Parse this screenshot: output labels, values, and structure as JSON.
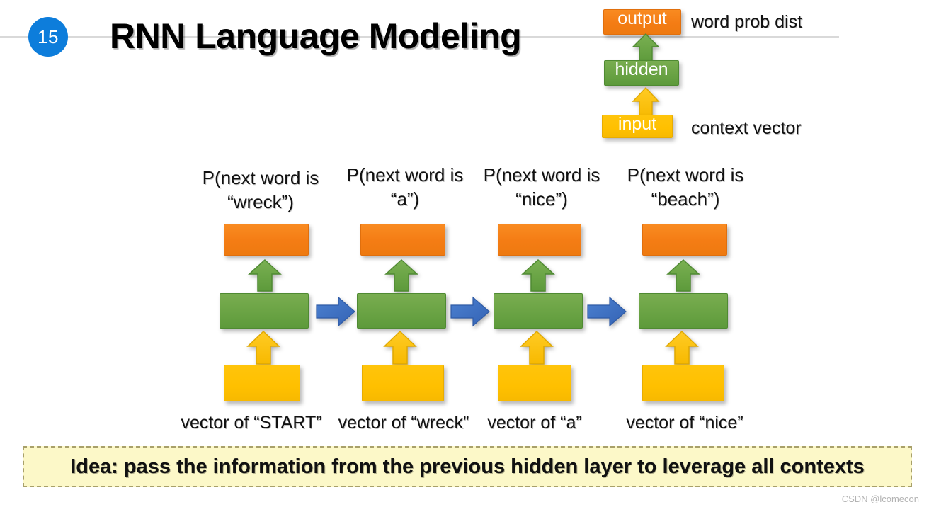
{
  "slide": {
    "number": "15",
    "title": "RNN Language Modeling",
    "watermark": "CSDN @lcomecon"
  },
  "colors": {
    "output_orange": "#F47C14",
    "hidden_green": "#6AA344",
    "input_yellow": "#FFC000",
    "recurrent_blue": "#3B6FC4",
    "badge_blue": "#0D7DDB",
    "banner_yellow": "#FCF8C8",
    "banner_border": "#A8A06A"
  },
  "legend": {
    "output": {
      "label": "output",
      "caption": "word prob dist"
    },
    "hidden": {
      "label": "hidden",
      "caption": ""
    },
    "input": {
      "label": "input",
      "caption": "context vector"
    }
  },
  "timesteps": [
    {
      "index": 1,
      "output_caption_line1": "P(next word is",
      "output_caption_line2": "“wreck”)",
      "input_caption": "vector of “START”"
    },
    {
      "index": 2,
      "output_caption_line1": "P(next word is",
      "output_caption_line2": "“a”)",
      "input_caption": "vector of “wreck”"
    },
    {
      "index": 3,
      "output_caption_line1": "P(next word is",
      "output_caption_line2": "“nice”)",
      "input_caption": "vector of “a”"
    },
    {
      "index": 4,
      "output_caption_line1": "P(next word is",
      "output_caption_line2": "“beach”)",
      "input_caption": "vector of “nice”"
    }
  ],
  "banner": {
    "text": "Idea: pass the information from the previous hidden layer to leverage all contexts"
  }
}
